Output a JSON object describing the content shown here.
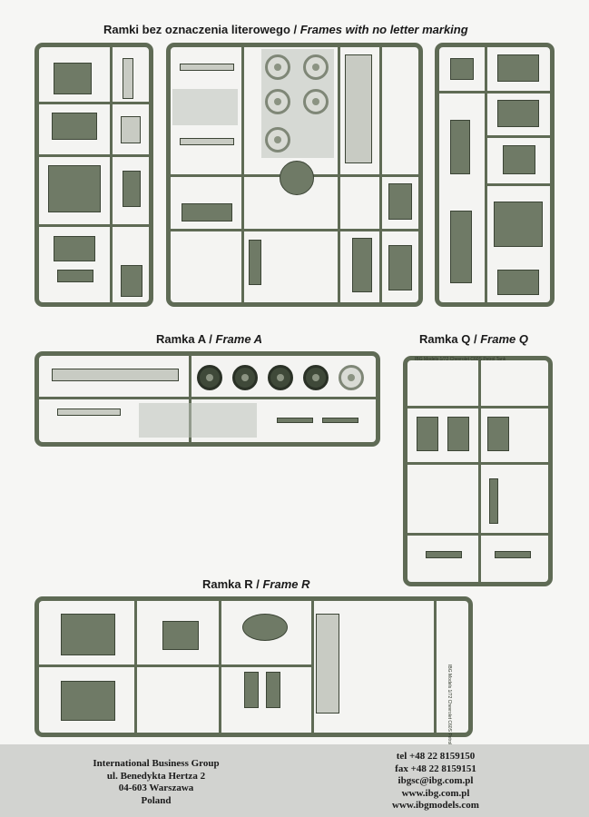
{
  "headings": {
    "frames_no_letter": {
      "pl": "Ramki bez oznaczenia literowego",
      "sep": " / ",
      "en": "Frames with no letter marking"
    },
    "frame_a": {
      "pl": "Ramka A",
      "sep": " / ",
      "en": "Frame A"
    },
    "frame_q": {
      "pl": "Ramka Q",
      "sep": " / ",
      "en": "Frame Q"
    },
    "frame_r": {
      "pl": "Ramka R",
      "sep": " / ",
      "en": "Frame R"
    }
  },
  "sprue_tabs": {
    "q_tab": "IBG Models 1/72 Chevrolet C60S Petrol Tank",
    "r_tab": "IBG Models 1/72 Chevrolet C60S Petrol Tank"
  },
  "footer": {
    "address": [
      "International Business Group",
      "ul. Benedykta  Hertza 2",
      "04-603 Warszawa",
      "Poland"
    ],
    "contacts": [
      "tel +48 22 8159150",
      "fax +48 22 8159151",
      "ibgsc@ibg.com.pl",
      "www.ibg.com.pl",
      "www.ibgmodels.com"
    ]
  },
  "colors": {
    "sprue": "#5f6b55",
    "part": "#6f7a66",
    "footer_band": "#d2d3d0"
  }
}
